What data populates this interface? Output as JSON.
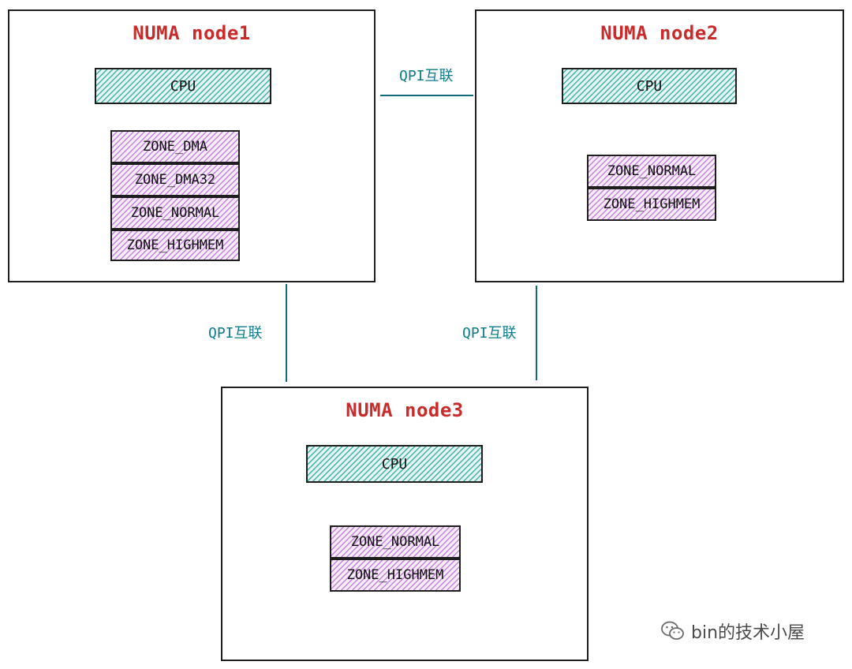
{
  "nodes": [
    {
      "title": "NUMA node1",
      "cpu_label": "CPU",
      "zones": [
        "ZONE_DMA",
        "ZONE_DMA32",
        "ZONE_NORMAL",
        "ZONE_HIGHMEM"
      ]
    },
    {
      "title": "NUMA node2",
      "cpu_label": "CPU",
      "zones": [
        "ZONE_NORMAL",
        "ZONE_HIGHMEM"
      ]
    },
    {
      "title": "NUMA node3",
      "cpu_label": "CPU",
      "zones": [
        "ZONE_NORMAL",
        "ZONE_HIGHMEM"
      ]
    }
  ],
  "links": [
    {
      "label": "QPI互联",
      "from": "NUMA node1",
      "to": "NUMA node2"
    },
    {
      "label": "QPI互联",
      "from": "NUMA node1",
      "to": "NUMA node3"
    },
    {
      "label": "QPI互联",
      "from": "NUMA node2",
      "to": "NUMA node3"
    }
  ],
  "watermark": {
    "text": "bin的技术小屋",
    "icon": "wechat-icon"
  },
  "colors": {
    "title": "#c92a2a",
    "link": "#0c7c8a",
    "cpu_hatch": "#3fb3a6",
    "zone_hatch": "#c683dc"
  }
}
